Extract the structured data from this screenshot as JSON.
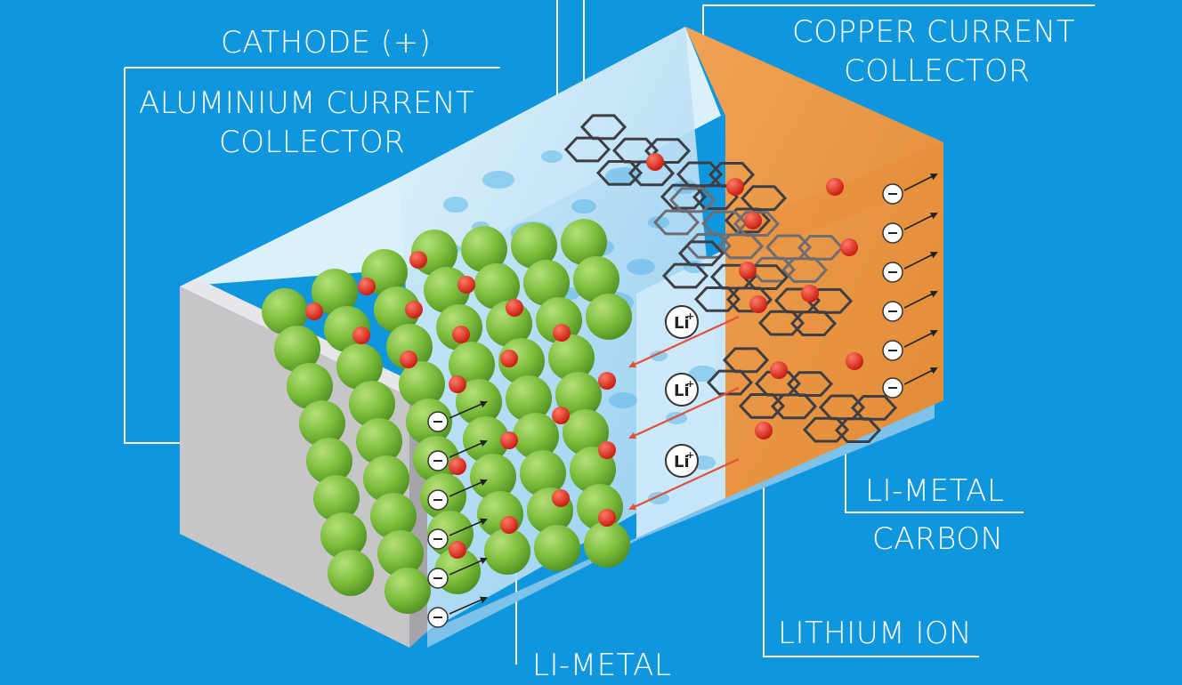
{
  "labels": {
    "cathode": "CATHODE (+)",
    "aluminium_collector_line1": "ALUMINIUM CURRENT",
    "aluminium_collector_line2": "COLLECTOR",
    "copper_collector_line1": "COPPER CURRENT",
    "copper_collector_line2": "COLLECTOR",
    "anode_material_line1": "LI-METAL",
    "anode_material_line2": "CARBON",
    "lithium_ion": "LITHIUM ION",
    "cathode_material_partial": "LI-METAL"
  },
  "ion_symbol": "Li",
  "ion_charge": "+",
  "electron_symbol": "−",
  "colors": {
    "background": "#0f96dc",
    "aluminium": "#c6c6c8",
    "copper": "#ef9a45",
    "electrolyte": "#bfe3f7",
    "cathode_particle": "#7cbe3c",
    "lithium_ion": "#dd2b1e",
    "carbon_lattice": "#3e3e44",
    "ion_arrow": "#e0503a"
  },
  "icons": [
    "electron-icon",
    "lithium-ion-badge-icon",
    "arrow-icon"
  ]
}
